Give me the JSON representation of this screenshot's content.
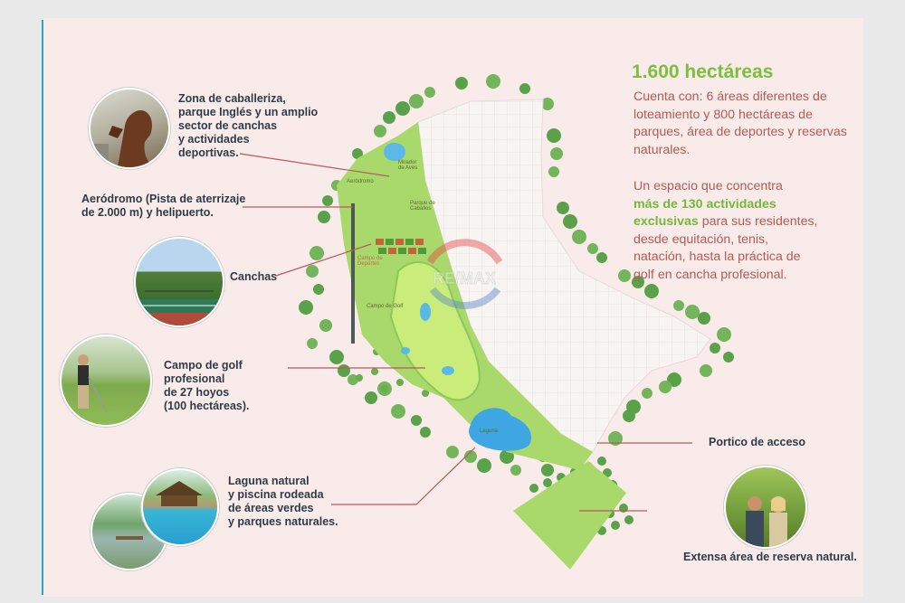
{
  "title": "1.600 hectáreas",
  "description_1": "Cuenta con: 6 áreas diferentes de loteamiento y 800 hectáreas de parques, área de deportes y reservas naturales.",
  "description_2_lines": [
    "Un espacio que concentra",
    "más de 130 actividades",
    "exclusivas",
    " para sus residentes,",
    "desde equitación, tenis,",
    "natación, hasta la práctica de",
    "golf en cancha profesional."
  ],
  "callouts": {
    "caballeriza": [
      "Zona de caballeriza,",
      "parque Inglés y un amplio",
      "sector de canchas",
      "y actividades",
      "deportivas."
    ],
    "aerodromo": [
      "Aeródromo (Pista de aterrizaje",
      "de 2.000 m) y helipuerto."
    ],
    "canchas": [
      "Canchas"
    ],
    "golf": [
      "Campo de golf",
      "profesional",
      "de 27 hoyos",
      "(100 hectáreas)."
    ],
    "laguna": [
      "Laguna natural",
      "y piscina rodeada",
      "de áreas verdes",
      "y parques naturales."
    ],
    "portico": [
      "Portico de acceso"
    ],
    "reserva": [
      "Extensa área de reserva natural."
    ]
  },
  "map_labels": {
    "aerodromo": "Aeródromo",
    "mirador": "Mirador de Aves",
    "parque": "Parque de Caballos",
    "campo_deportes": "Campo de Deportes",
    "campo_golf": "Campo de Golf",
    "laguna": "Laguna"
  },
  "watermark": "RE/MAX",
  "colors": {
    "accent_green": "#7bbf3d",
    "text_red": "#b55a55",
    "callout_line": "#b85a60",
    "dark_text": "#2f3b47"
  }
}
